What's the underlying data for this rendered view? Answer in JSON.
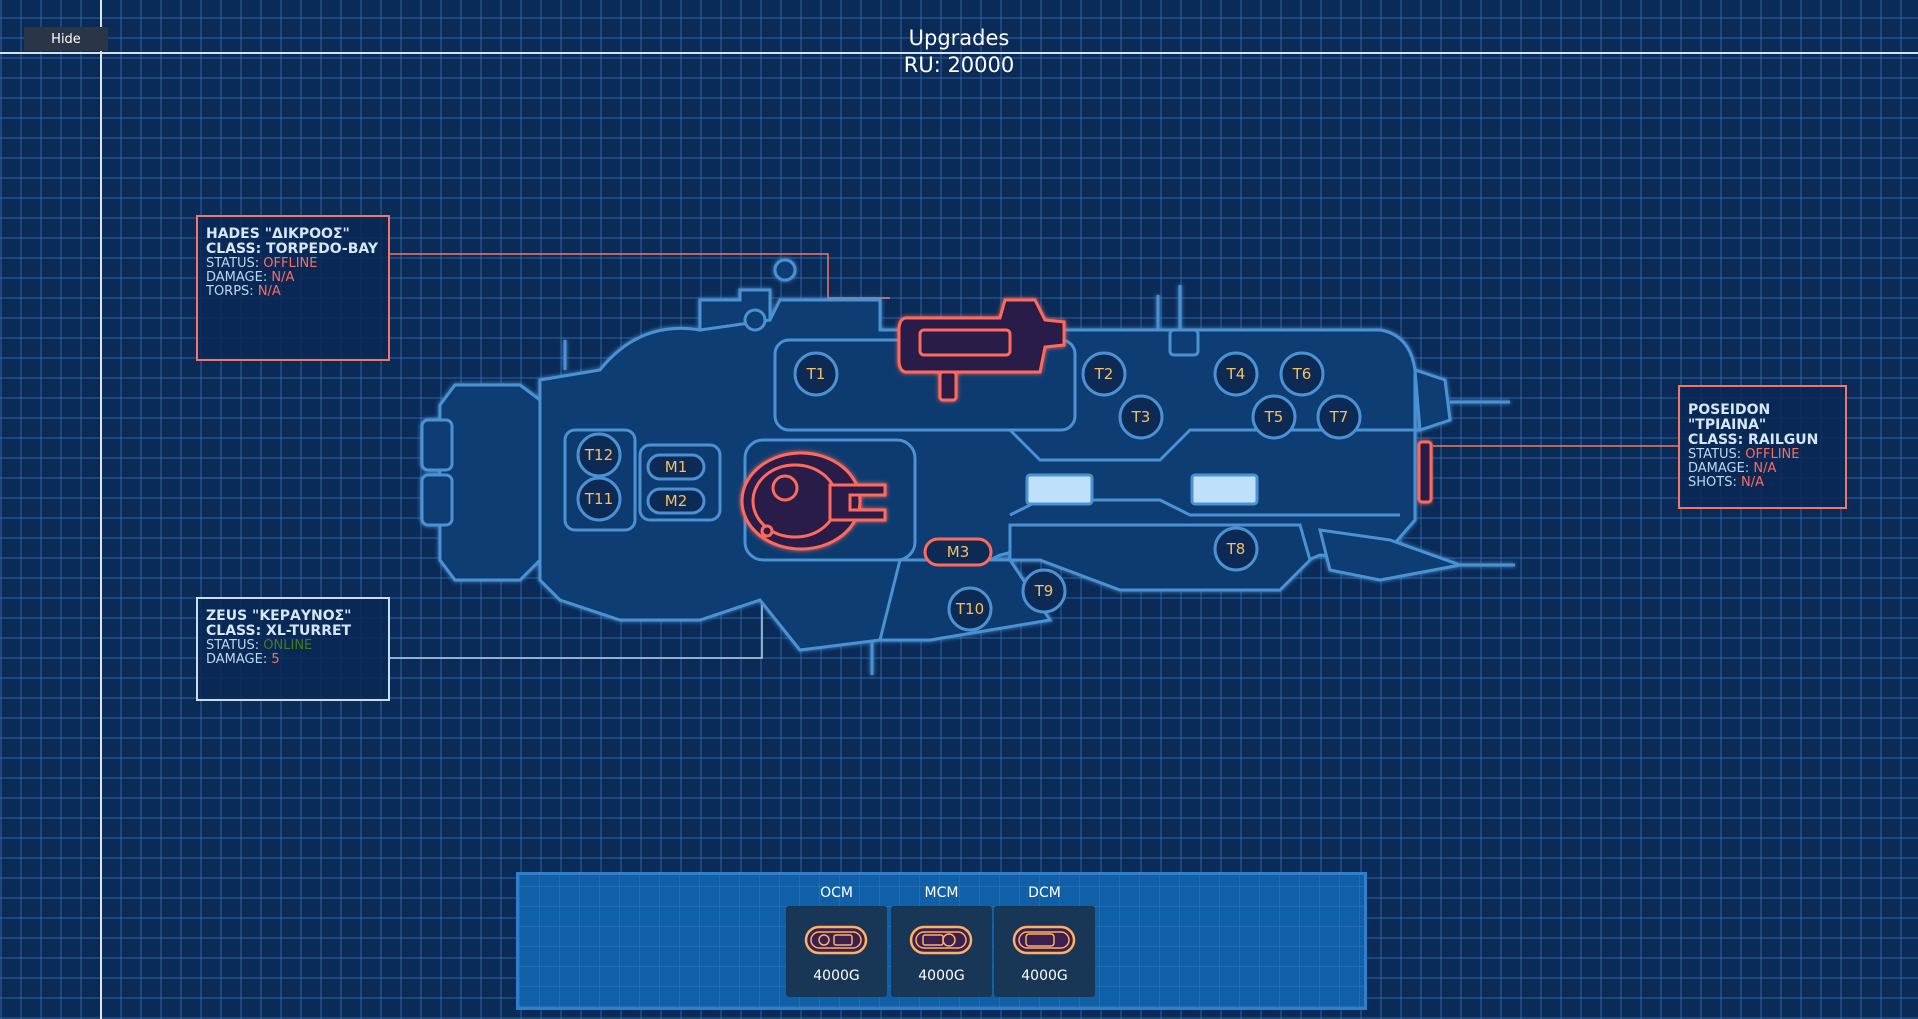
{
  "header": {
    "hide_label": "Hide",
    "title": "Upgrades",
    "ru": "RU: 20000"
  },
  "colors": {
    "background": "#0a2b58",
    "hull": "#4b92d4",
    "active": "#ff6b5b",
    "slot_text": "#f5c060",
    "online": "#3f7e18"
  },
  "weapons": {
    "hades": {
      "name": "HADES \"ΔΙΚΡΟΟΣ\"",
      "class": "CLASS: TORPEDO-BAY",
      "status_label": "STATUS: ",
      "status": "OFFLINE",
      "damage_label": "DAMAGE: ",
      "damage": "N/A",
      "extra_label": "TORPS: ",
      "extra": "N/A"
    },
    "poseidon": {
      "name": "POSEIDON \"ΤΡΙΑΙΝΑ\"",
      "class": "CLASS: RAILGUN",
      "status_label": "STATUS: ",
      "status": "OFFLINE",
      "damage_label": "DAMAGE: ",
      "damage": "N/A",
      "extra_label": "SHOTS: ",
      "extra": "N/A"
    },
    "zeus": {
      "name": "ZEUS \"ΚΕΡΑΥΝΟΣ\"",
      "class": "CLASS: XL-TURRET",
      "status_label": "STATUS: ",
      "status": "ONLINE",
      "damage_label": "DAMAGE: ",
      "damage": "5"
    }
  },
  "slots": {
    "t1": "T1",
    "t2": "T2",
    "t3": "T3",
    "t4": "T4",
    "t5": "T5",
    "t6": "T6",
    "t7": "T7",
    "t8": "T8",
    "t9": "T9",
    "t10": "T10",
    "t11": "T11",
    "t12": "T12",
    "m1": "M1",
    "m2": "M2",
    "m3": "M3"
  },
  "modules": [
    {
      "label": "OCM",
      "price": "4000G",
      "icon": "ocm-module-icon"
    },
    {
      "label": "MCM",
      "price": "4000G",
      "icon": "mcm-module-icon"
    },
    {
      "label": "DCM",
      "price": "4000G",
      "icon": "dcm-module-icon"
    }
  ]
}
